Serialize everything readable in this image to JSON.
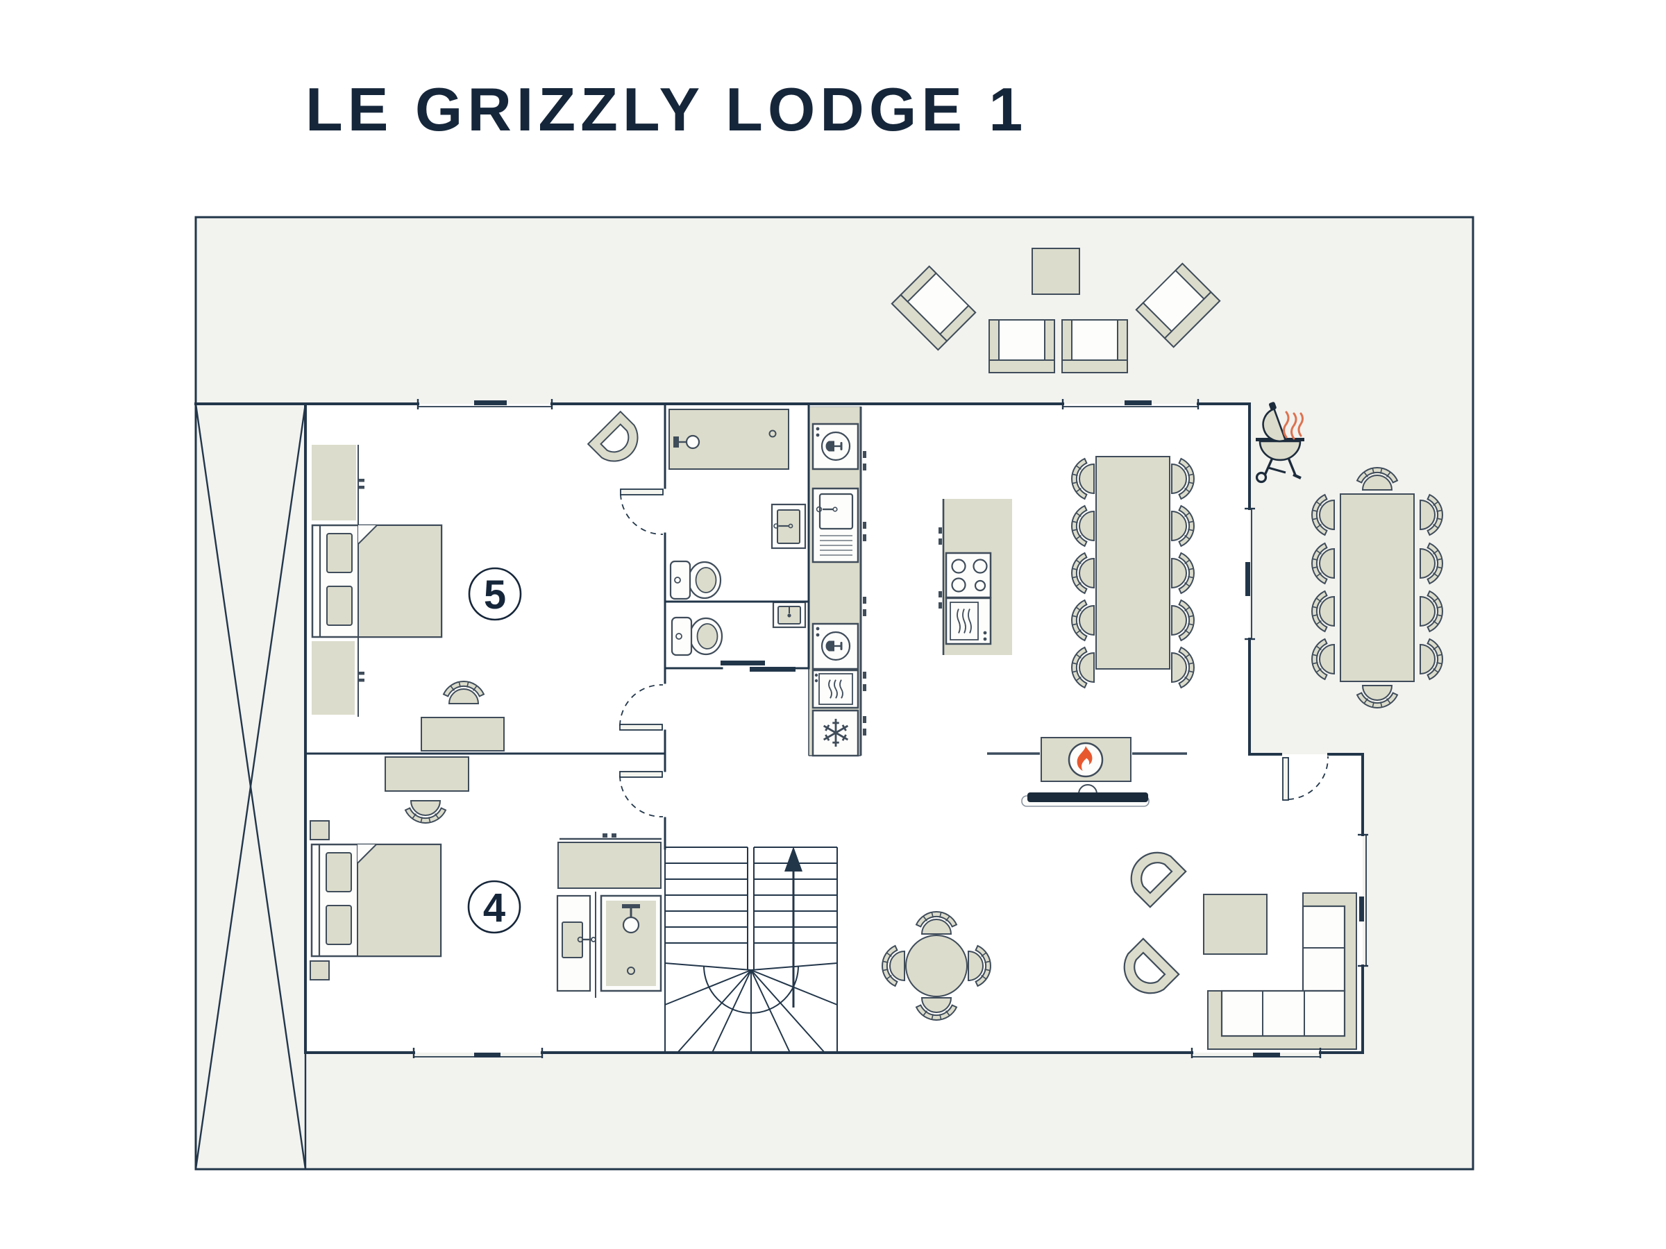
{
  "title": "LE GRIZZLY LODGE 1",
  "rooms": {
    "bedroom5": {
      "label": "5"
    },
    "bedroom4": {
      "label": "4"
    }
  },
  "colors": {
    "paper": "#ffffff",
    "terrace": "#f2f2ef",
    "interior": "#ffffff",
    "wall": "#22364a",
    "wallLight": "#3b4c5e",
    "furn": "#dcdccc",
    "furnStroke": "#3f4c5a",
    "fixtureWhite": "#fdfdfb",
    "flame": "#e8582f",
    "heat": "#dd7250",
    "tv": "#1c2b3b",
    "text": "#16263a"
  }
}
